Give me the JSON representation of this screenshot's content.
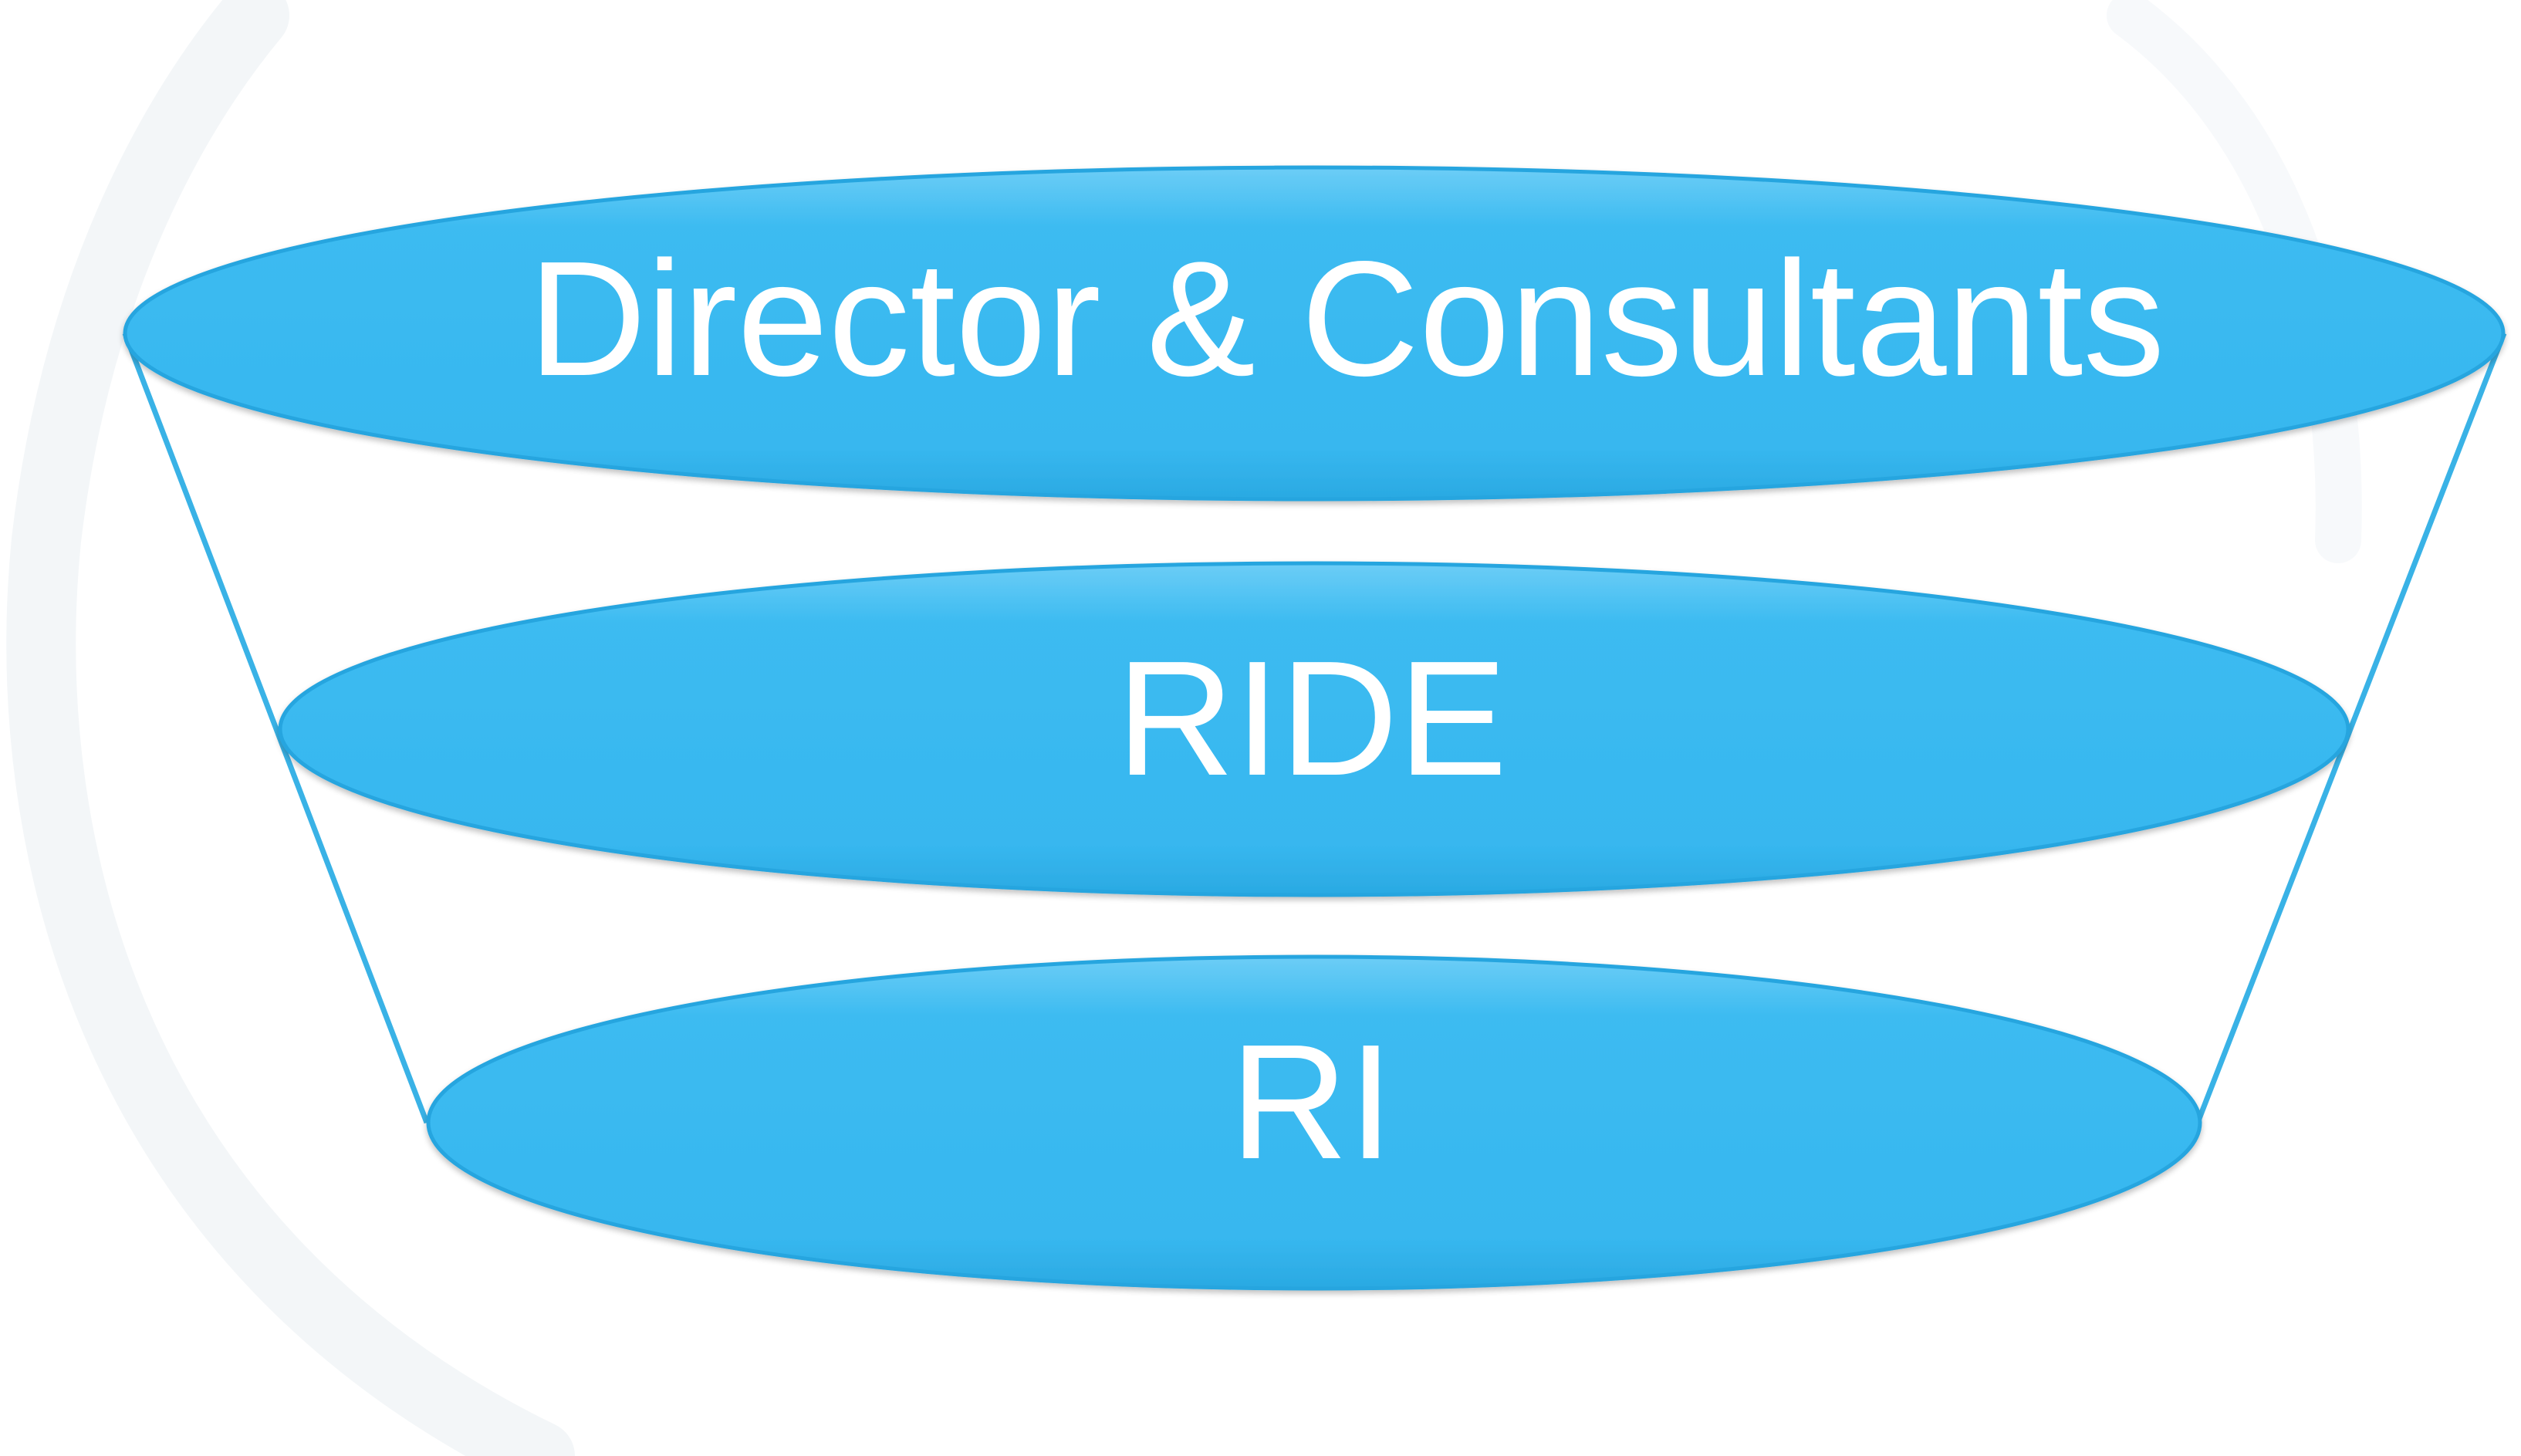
{
  "colors": {
    "background": "#ffffff",
    "backdrop_ring": "#f5f7f9",
    "layer_fill": "#39b9f0",
    "layer_edge": "#1fa6e0",
    "layer_highlight": "#7dd3f7",
    "connector_line": "#39b2e6",
    "label_text": "#ffffff"
  },
  "layers": [
    {
      "label": "Director & Consultants"
    },
    {
      "label": "RIDE"
    },
    {
      "label": "RI"
    }
  ]
}
